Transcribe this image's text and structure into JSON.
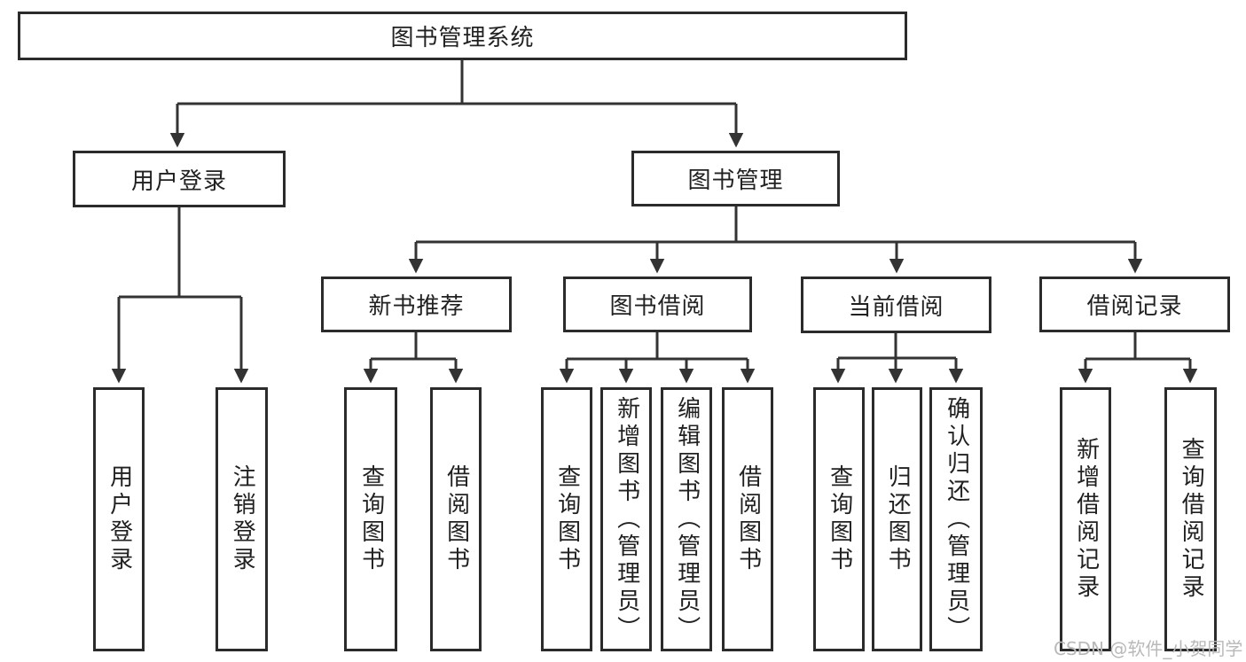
{
  "colors": {
    "line": "#333333",
    "box_border": "#2b2b2b",
    "box_fill": "#ffffff",
    "label_text": "#212121",
    "watermark_text": "#b9b9b9",
    "background": "#ffffff"
  },
  "watermark": {
    "text": "CSDN @软件_小贺同学"
  },
  "root": {
    "label": "图书管理系统",
    "children": [
      {
        "label": "用户登录",
        "children": [
          {
            "label": "用户登录"
          },
          {
            "label": "注销登录"
          }
        ]
      },
      {
        "label": "图书管理",
        "children": [
          {
            "label": "新书推荐",
            "children": [
              {
                "label": "查询图书"
              },
              {
                "label": "借阅图书"
              }
            ]
          },
          {
            "label": "图书借阅",
            "children": [
              {
                "label": "查询图书"
              },
              {
                "label": "新增图书（管理员）"
              },
              {
                "label": "编辑图书（管理员）"
              },
              {
                "label": "借阅图书"
              }
            ]
          },
          {
            "label": "当前借阅",
            "children": [
              {
                "label": "查询图书"
              },
              {
                "label": "归还图书"
              },
              {
                "label": "确认归还（管理员）"
              }
            ]
          },
          {
            "label": "借阅记录",
            "children": [
              {
                "label": "新增借阅记录"
              },
              {
                "label": "查询借阅记录"
              }
            ]
          }
        ]
      }
    ]
  }
}
